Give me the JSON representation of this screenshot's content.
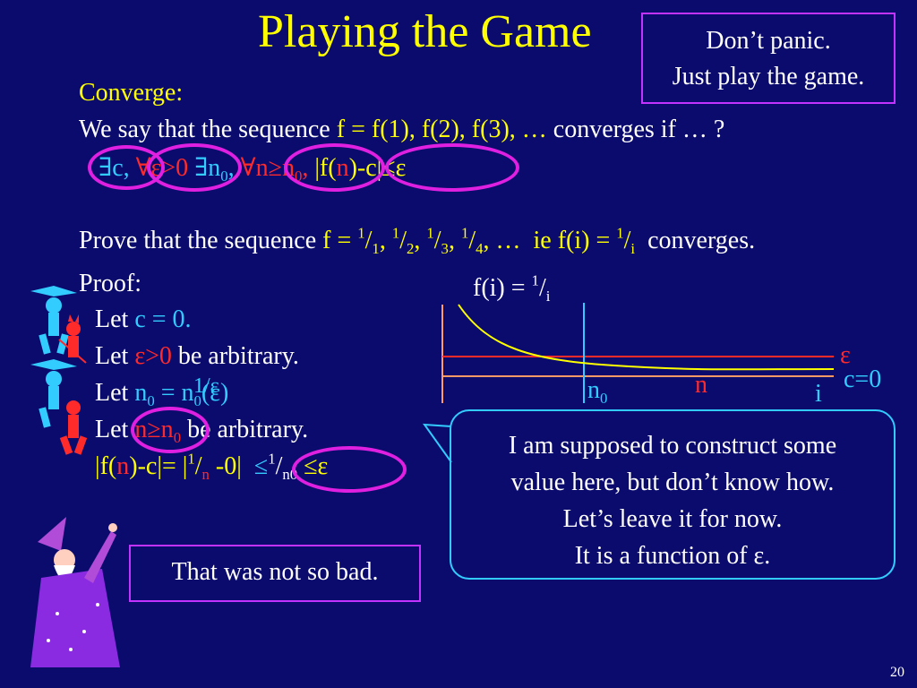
{
  "title": "Playing the Game",
  "tip_box": {
    "line1": "Don’t panic.",
    "line2": "Just play the game."
  },
  "converge": {
    "heading": "Converge:",
    "intro_a": "We say that the sequence ",
    "seq": "f = f(1), f(2), f(3), … ",
    "intro_b": "converges if … ?",
    "q_exists_c": "∃c,",
    "q_forall_eps": "∀ε>0",
    "q_exists_n0": "∃n",
    "q_forall_n": "∀n≥n",
    "q_fn": "|f(",
    "q_n": "n",
    "q_rest": ")-c|≤ε",
    "sub0": "0",
    "comma": ","
  },
  "prove": {
    "text_a": "Prove that the sequence ",
    "seq_f": "f = ",
    "one": "1",
    "slash": "/",
    "d1": "1",
    "d2": "2",
    "d3": "3",
    "d4": "4",
    "comma": ", ",
    "ellipsis": ", …",
    "ie": "ie f(i) = ",
    "di": "i",
    "text_b": "converges."
  },
  "proof": {
    "heading": "Proof:",
    "let": "Let ",
    "c_eq_0": "c = 0.",
    "eps_gt_0": "ε>0",
    "arbitrary": " be arbitrary.",
    "n": "n",
    "sub0": "0",
    "n0_eq": " = ",
    "n0_func": "n",
    "func_eps": "(ε)",
    "inv": "1/ε",
    "n_ge": "n≥n",
    "abs_f": "|f(",
    "abs_n": "n",
    "abs_c": ")-c|",
    "eq_1": "= |",
    "over_n": "n",
    "minus0": " -0|",
    "le": "≤",
    "one": "1",
    "slash": "/",
    "n0": "n0",
    "le_eps": "≤ε"
  },
  "graph": {
    "label": "f(i) = ",
    "one": "1",
    "slash": "/",
    "i": "i",
    "epsilon": "ε",
    "c0": "c=0",
    "n0": "n",
    "n0_sub": "0",
    "n": "n",
    "axis_i": "i"
  },
  "bubble": {
    "l1": "I am supposed to construct some",
    "l2": "value here, but don’t know how.",
    "l3": "Let’s leave it for now.",
    "l4": "It is a function of ε."
  },
  "wizard_box": {
    "text": "That was not so bad."
  },
  "page_number": "20",
  "colors": {
    "background": "#0b0b6e",
    "yellow": "#ffff00",
    "cyan": "#33ccff",
    "red": "#ff2a2a",
    "magenta": "#e020e0"
  }
}
